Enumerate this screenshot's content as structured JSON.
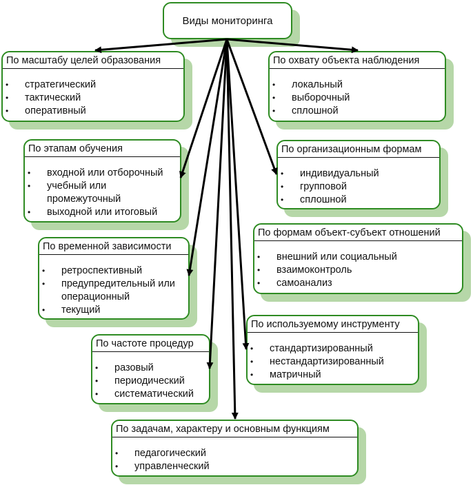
{
  "root": {
    "label": "Виды мониторинга"
  },
  "categories": [
    {
      "id": "scale",
      "title": "По масштабу целей образования",
      "items": [
        "стратегический",
        "тактический",
        "оперативный"
      ]
    },
    {
      "id": "coverage",
      "title": "По охвату объекта наблюдения",
      "items": [
        "локальный",
        "выборочный",
        "сплошной"
      ]
    },
    {
      "id": "stages",
      "title": "По этапам обучения",
      "items": [
        "входной или отборочный",
        "учебный или промежуточный",
        "выходной или итоговый"
      ]
    },
    {
      "id": "org-forms",
      "title": "По организационным формам",
      "items": [
        "индивидуальный",
        "групповой",
        "сплошной"
      ]
    },
    {
      "id": "object-subject",
      "title": "По формам объект-субъект отношений",
      "items": [
        "внешний или социальный",
        "взаимоконтроль",
        "самоанализ"
      ]
    },
    {
      "id": "time",
      "title": "По временной зависимости",
      "items": [
        "ретроспективный",
        "предупредительный или операционный",
        "текущий"
      ]
    },
    {
      "id": "instrument",
      "title": "По используемому инструменту",
      "items": [
        "стандартизированный",
        "нестандартизированный",
        "матричный"
      ]
    },
    {
      "id": "frequency",
      "title": "По частоте процедур",
      "items": [
        "разовый",
        "периодический",
        "систематический"
      ]
    },
    {
      "id": "tasks",
      "title": "По задачам, характеру и основным функциям",
      "items": [
        "педагогический",
        "управленческий"
      ]
    }
  ],
  "bullet_glyph": "•",
  "colors": {
    "border": "#2e8b22",
    "shadow": "#b6d7a8",
    "arrow": "#000000"
  }
}
